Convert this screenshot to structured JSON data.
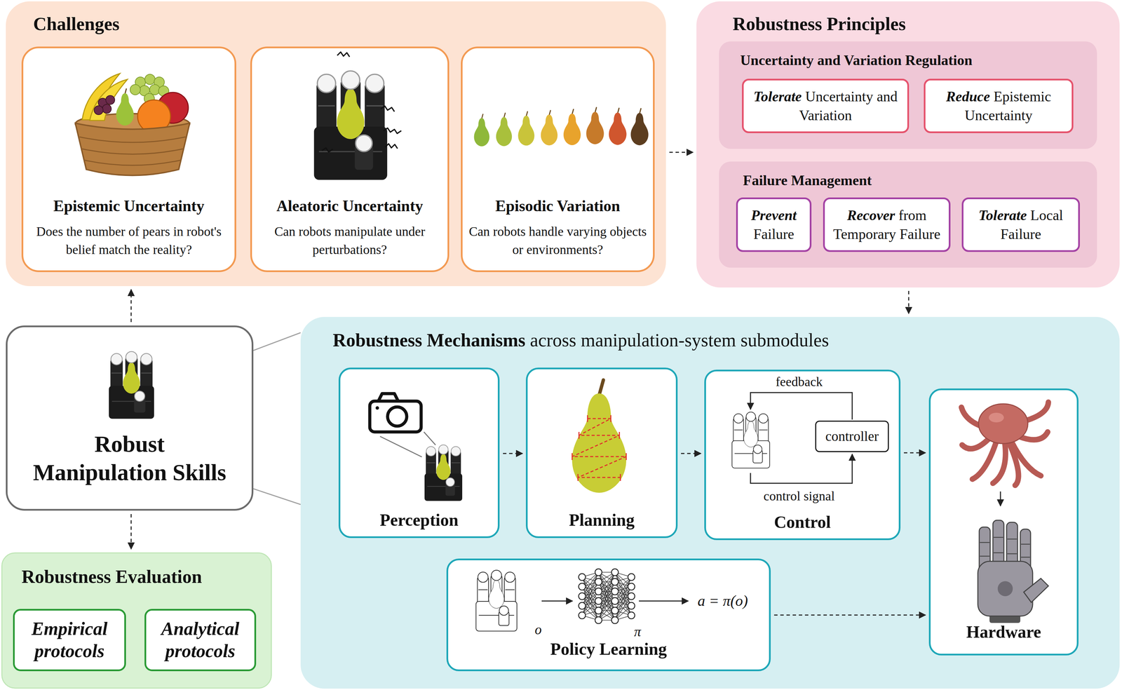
{
  "diagram": {
    "nodes": [
      {
        "text": [
          "Challenges"
        ]
      },
      {
        "text": [
          "Epistemic Uncertainty",
          "Does the number of pears in robot's belief match the reality?"
        ],
        "in": 0
      },
      {
        "text": [
          "Aleatoric Uncertainty",
          "Can robots manipulate under perturbations?"
        ],
        "in": 0
      },
      {
        "text": [
          "Episodic Variation",
          "Can robots handle varying objects or environments?"
        ],
        "in": 0
      },
      {
        "text": [
          "Robustness Principles"
        ]
      },
      {
        "text": [
          "Uncertainty and Variation Regulation"
        ],
        "in": 4
      },
      {
        "text": [
          "Tolerate Uncertainty and Variation"
        ],
        "in": 5
      },
      {
        "text": [
          "Reduce Epistemic Uncertainty"
        ],
        "in": 5
      },
      {
        "text": [
          "Failure Management"
        ],
        "in": 4
      },
      {
        "text": [
          "Prevent Failure"
        ],
        "in": 8
      },
      {
        "text": [
          "Recover from Temporary Failure"
        ],
        "in": 8
      },
      {
        "text": [
          "Tolerate Local Failure"
        ],
        "in": 8
      },
      {
        "text": [
          "Robust Manipulation Skills"
        ]
      },
      {
        "text": [
          "Robustness Mechanisms across manipulation-system submodules"
        ]
      },
      {
        "text": [
          "Perception"
        ],
        "in": 13
      },
      {
        "text": [
          "Planning"
        ],
        "in": 13
      },
      {
        "text": [
          "Control"
        ],
        "in": 13
      },
      {
        "text": [
          "controller"
        ],
        "in": 16
      },
      {
        "text": [
          "Hardware"
        ],
        "in": 13
      },
      {
        "text": [
          "Policy Learning"
        ],
        "in": 13
      },
      {
        "text": [
          "Robustness Evaluation"
        ]
      },
      {
        "text": [
          "Empirical protocols"
        ],
        "in": 20
      },
      {
        "text": [
          "Analytical protocols"
        ],
        "in": 20
      }
    ],
    "edges": [
      {
        "from": 12,
        "to": 0,
        "arrow": "to"
      },
      {
        "from": 12,
        "to": 20,
        "arrow": "to"
      },
      {
        "from": 0,
        "to": 4,
        "arrow": "to"
      },
      {
        "from": 4,
        "to": 13,
        "arrow": "to"
      },
      {
        "from": 12,
        "to": 13,
        "arrow": "none"
      },
      {
        "from": 12,
        "to": 13,
        "arrow": "none"
      },
      {
        "from": 14,
        "to": 15,
        "arrow": "to"
      },
      {
        "from": 15,
        "to": 16,
        "arrow": "to"
      },
      {
        "from": 16,
        "to": 18,
        "arrow": "to"
      },
      {
        "from": 19,
        "to": 18,
        "arrow": "to"
      }
    ],
    "labels": [
      "feedback",
      "control signal",
      "o",
      "π",
      "a = π(o)"
    ]
  }
}
